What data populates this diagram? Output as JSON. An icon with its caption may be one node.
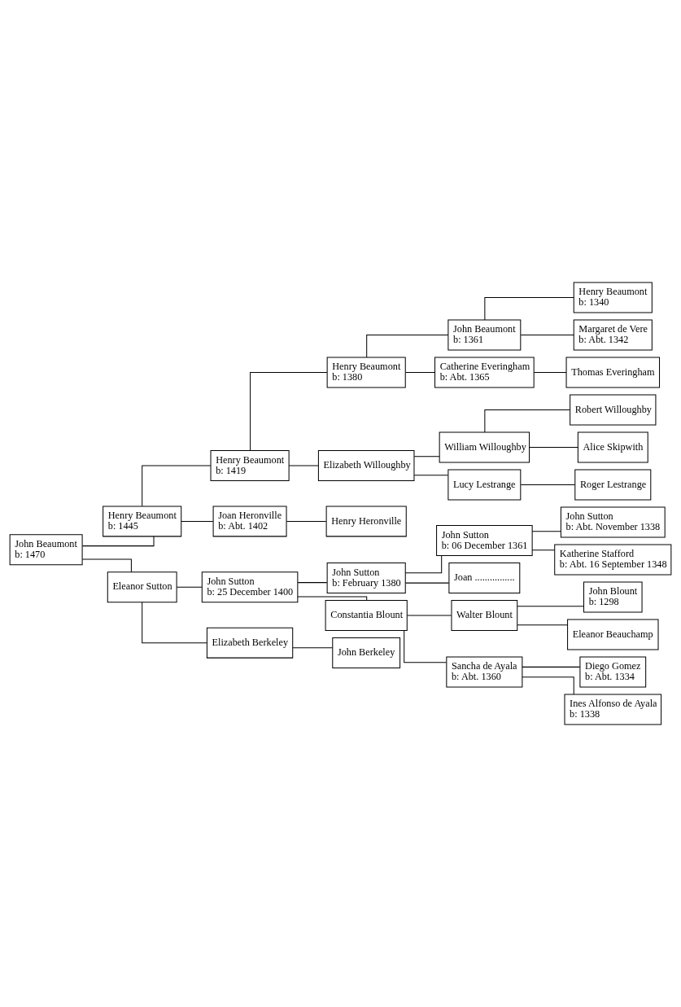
{
  "diagram": {
    "nodes": [
      {
        "text": [
          "Henry Beaumont",
          "b: 1340"
        ]
      },
      {
        "text": [
          "John Beaumont",
          "b: 1361"
        ]
      },
      {
        "text": [
          "Margaret de Vere",
          "b: Abt. 1342"
        ]
      },
      {
        "text": [
          "Henry Beaumont",
          "b: 1380"
        ]
      },
      {
        "text": [
          "Thomas Everingham"
        ]
      },
      {
        "text": [
          "Catherine Everingham",
          "b: Abt. 1365"
        ]
      },
      {
        "text": [
          "Henry Beaumont",
          "b: 1419"
        ]
      },
      {
        "text": [
          "Robert Willoughby"
        ]
      },
      {
        "text": [
          "William Willoughby"
        ]
      },
      {
        "text": [
          "Alice Skipwith"
        ]
      },
      {
        "text": [
          "Elizabeth Willoughby"
        ]
      },
      {
        "text": [
          "Roger Lestrange"
        ]
      },
      {
        "text": [
          "Lucy Lestrange"
        ]
      },
      {
        "text": [
          "Henry Beaumont",
          "b: 1445"
        ]
      },
      {
        "text": [
          "Henry Heronville"
        ]
      },
      {
        "text": [
          "Joan Heronville",
          "b: Abt. 1402"
        ]
      },
      {
        "text": [
          "John Sutton",
          "b: Abt. November 1338"
        ]
      },
      {
        "text": [
          "John Sutton",
          "b: 06 December 1361"
        ]
      },
      {
        "text": [
          "John Beaumont",
          "b: 1470"
        ]
      },
      {
        "text": [
          "John Sutton",
          "b: February 1380"
        ]
      },
      {
        "text": [
          "Katherine Stafford",
          "b: Abt. 16 September 1348"
        ]
      },
      {
        "text": [
          "Joan ................"
        ]
      },
      {
        "text": [
          "John Sutton",
          "b: 25 December 1400"
        ]
      },
      {
        "text": [
          "John Blount",
          "b: 1298"
        ]
      },
      {
        "text": [
          "Walter Blount"
        ]
      },
      {
        "text": [
          "Eleanor Beauchamp"
        ]
      },
      {
        "text": [
          "Constantia Blount"
        ]
      },
      {
        "text": [
          "Diego Gomez",
          "b: Abt. 1334"
        ]
      },
      {
        "text": [
          "Sancha de Ayala",
          "b: Abt. 1360"
        ]
      },
      {
        "text": [
          "Eleanor Sutton"
        ]
      },
      {
        "text": [
          "Ines Alfonso de Ayala",
          "b: 1338"
        ]
      },
      {
        "text": [
          "John Berkeley"
        ]
      },
      {
        "text": [
          "Elizabeth Berkeley"
        ]
      }
    ],
    "edges": [
      {
        "from": 18,
        "to": 13,
        "arrow": "none"
      },
      {
        "from": 18,
        "to": 29,
        "arrow": "none"
      },
      {
        "from": 13,
        "to": 6,
        "arrow": "none"
      },
      {
        "from": 13,
        "to": 15,
        "arrow": "none"
      },
      {
        "from": 6,
        "to": 3,
        "arrow": "none"
      },
      {
        "from": 6,
        "to": 10,
        "arrow": "none"
      },
      {
        "from": 3,
        "to": 1,
        "arrow": "none"
      },
      {
        "from": 3,
        "to": 5,
        "arrow": "none"
      },
      {
        "from": 1,
        "to": 0,
        "arrow": "none"
      },
      {
        "from": 1,
        "to": 2,
        "arrow": "none"
      },
      {
        "from": 5,
        "to": 4,
        "arrow": "none"
      },
      {
        "from": 10,
        "to": 8,
        "arrow": "none"
      },
      {
        "from": 10,
        "to": 12,
        "arrow": "none"
      },
      {
        "from": 8,
        "to": 7,
        "arrow": "none"
      },
      {
        "from": 8,
        "to": 9,
        "arrow": "none"
      },
      {
        "from": 12,
        "to": 11,
        "arrow": "none"
      },
      {
        "from": 15,
        "to": 14,
        "arrow": "none"
      },
      {
        "from": 29,
        "to": 22,
        "arrow": "none"
      },
      {
        "from": 29,
        "to": 32,
        "arrow": "none"
      },
      {
        "from": 22,
        "to": 19,
        "arrow": "none"
      },
      {
        "from": 22,
        "to": 26,
        "arrow": "none"
      },
      {
        "from": 19,
        "to": 17,
        "arrow": "none"
      },
      {
        "from": 19,
        "to": 21,
        "arrow": "none"
      },
      {
        "from": 17,
        "to": 16,
        "arrow": "none"
      },
      {
        "from": 17,
        "to": 20,
        "arrow": "none"
      },
      {
        "from": 26,
        "to": 24,
        "arrow": "none"
      },
      {
        "from": 26,
        "to": 28,
        "arrow": "none"
      },
      {
        "from": 24,
        "to": 23,
        "arrow": "none"
      },
      {
        "from": 24,
        "to": 25,
        "arrow": "none"
      },
      {
        "from": 28,
        "to": 27,
        "arrow": "none"
      },
      {
        "from": 28,
        "to": 30,
        "arrow": "none"
      },
      {
        "from": 32,
        "to": 31,
        "arrow": "none"
      }
    ]
  }
}
